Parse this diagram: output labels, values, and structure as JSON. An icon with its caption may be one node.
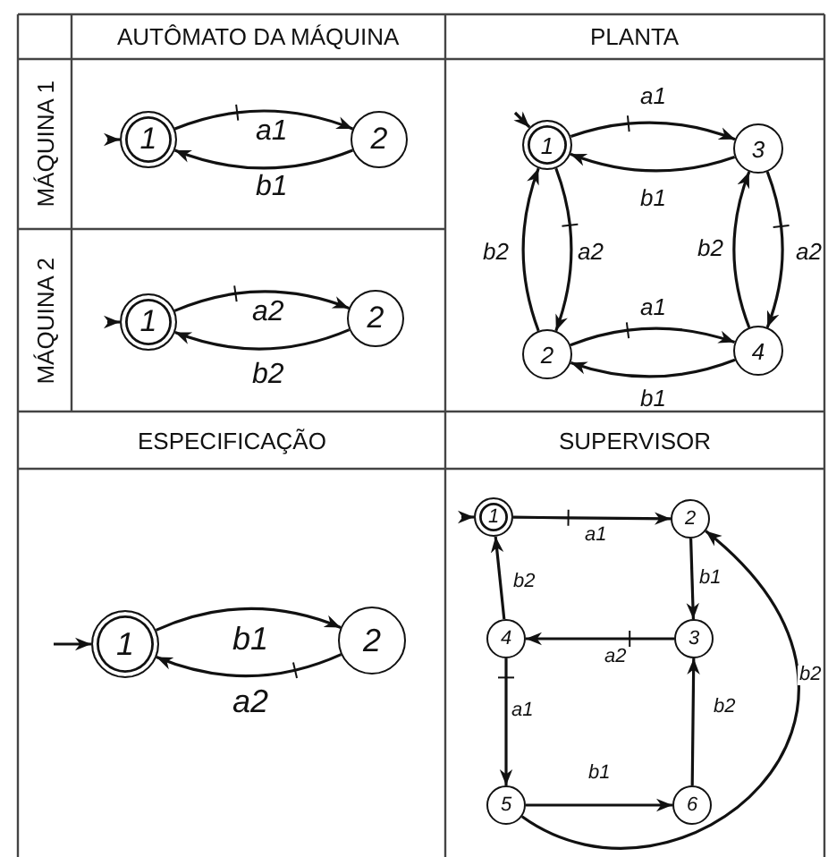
{
  "diagram": {
    "nodes": [
      {
        "text": [
          "1"
        ]
      },
      {
        "text": [
          "2"
        ]
      },
      {
        "text": [
          "1"
        ]
      },
      {
        "text": [
          "2"
        ]
      },
      {
        "text": [
          "1"
        ]
      },
      {
        "text": [
          "3"
        ]
      },
      {
        "text": [
          "2"
        ]
      },
      {
        "text": [
          "4"
        ]
      },
      {
        "text": [
          "1"
        ]
      },
      {
        "text": [
          "2"
        ]
      },
      {
        "text": [
          "1"
        ]
      },
      {
        "text": [
          "2"
        ]
      },
      {
        "text": [
          "4"
        ]
      },
      {
        "text": [
          "3"
        ]
      },
      {
        "text": [
          "5"
        ]
      },
      {
        "text": [
          "6"
        ]
      }
    ],
    "edges": [
      {
        "from": null,
        "to": 0,
        "arrow": "to"
      },
      {
        "from": 0,
        "to": 1,
        "arrow": "to",
        "label": "a1"
      },
      {
        "from": 1,
        "to": 0,
        "arrow": "to",
        "label": "b1"
      },
      {
        "from": null,
        "to": 2,
        "arrow": "to"
      },
      {
        "from": 2,
        "to": 3,
        "arrow": "to",
        "label": "a2"
      },
      {
        "from": 3,
        "to": 2,
        "arrow": "to",
        "label": "b2"
      },
      {
        "from": null,
        "to": 4,
        "arrow": "to"
      },
      {
        "from": 4,
        "to": 5,
        "arrow": "to",
        "label": "a1"
      },
      {
        "from": 5,
        "to": 4,
        "arrow": "to",
        "label": "b1"
      },
      {
        "from": 4,
        "to": 6,
        "arrow": "to",
        "label": "a2"
      },
      {
        "from": 6,
        "to": 4,
        "arrow": "to",
        "label": "b2"
      },
      {
        "from": 6,
        "to": 7,
        "arrow": "to",
        "label": "a1"
      },
      {
        "from": 7,
        "to": 6,
        "arrow": "to",
        "label": "b1"
      },
      {
        "from": 7,
        "to": 5,
        "arrow": "to",
        "label": "b2"
      },
      {
        "from": 5,
        "to": 7,
        "arrow": "to",
        "label": "a2"
      },
      {
        "from": null,
        "to": 8,
        "arrow": "to"
      },
      {
        "from": 8,
        "to": 9,
        "arrow": "to",
        "label": "b1"
      },
      {
        "from": 9,
        "to": 8,
        "arrow": "to",
        "label": "a2"
      },
      {
        "from": null,
        "to": 10,
        "arrow": "to"
      },
      {
        "from": 10,
        "to": 11,
        "arrow": "to",
        "label": "a1"
      },
      {
        "from": 11,
        "to": 13,
        "arrow": "to",
        "label": "b1"
      },
      {
        "from": 13,
        "to": 12,
        "arrow": "to",
        "label": "a2"
      },
      {
        "from": 12,
        "to": 10,
        "arrow": "to",
        "label": "b2"
      },
      {
        "from": 12,
        "to": 14,
        "arrow": "to",
        "label": "a1"
      },
      {
        "from": 14,
        "to": 15,
        "arrow": "to",
        "label": "b1"
      },
      {
        "from": 15,
        "to": 13,
        "arrow": "to",
        "label": "b2"
      },
      {
        "from": 14,
        "to": 11,
        "arrow": "to",
        "label": "b2"
      }
    ],
    "labels": [
      "AUTÔMATO DA MÁQUINA",
      "PLANTA",
      "MÁQUINA 1",
      "MÁQUINA 2",
      "ESPECIFICAÇÃO",
      "SUPERVISOR"
    ]
  }
}
